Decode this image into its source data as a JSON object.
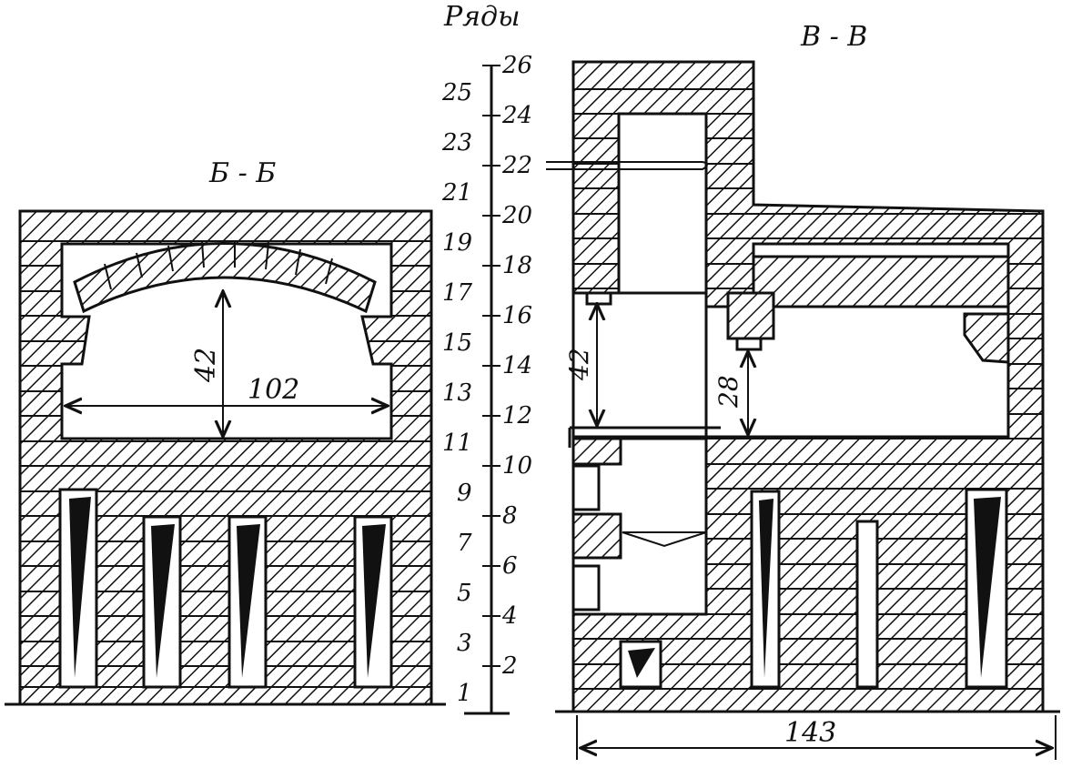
{
  "section_left_title": "Б - Б",
  "section_right_title": "В - В",
  "rows_heading": "Ряды",
  "left_scale": [
    "25",
    "23",
    "21",
    "19",
    "17",
    "15",
    "13",
    "11",
    "9",
    "7",
    "5",
    "3",
    "1"
  ],
  "right_scale": [
    "26",
    "24",
    "22",
    "20",
    "18",
    "16",
    "14",
    "12",
    "10",
    "8",
    "6",
    "4",
    "2"
  ],
  "dim_left_height": "42",
  "dim_left_width": "102",
  "dim_right_height_1": "42",
  "dim_right_height_2": "28",
  "dim_total_width": "143"
}
